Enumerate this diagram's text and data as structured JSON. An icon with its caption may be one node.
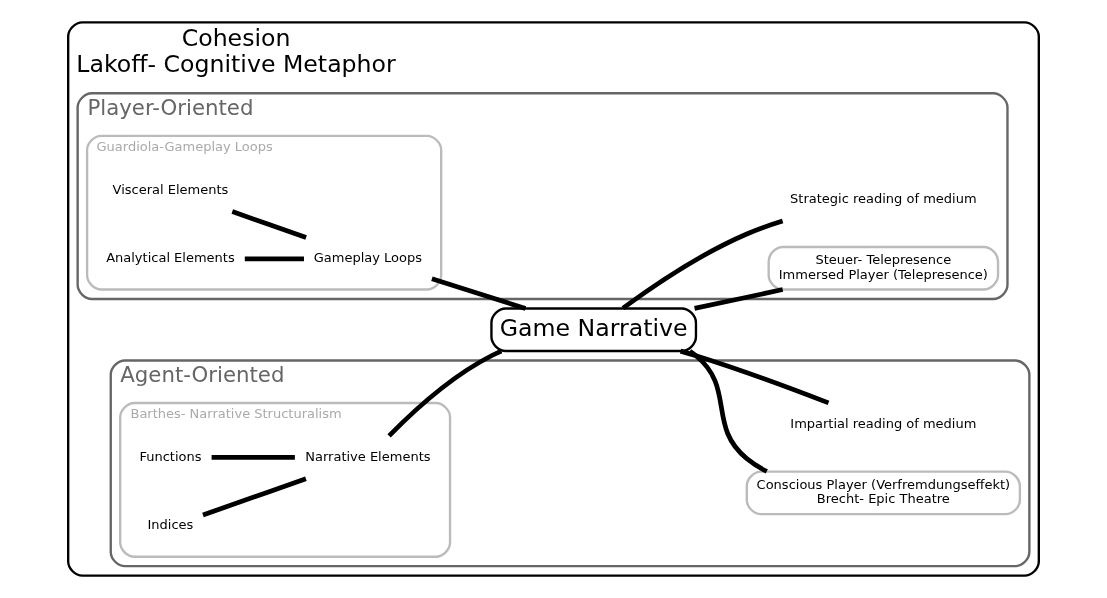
{
  "diagram": {
    "nodes": [
      {
        "text": [
          "Cohesion",
          "Lakoff- Cognitive Metaphor"
        ]
      },
      {
        "text": [
          "Player-Oriented"
        ],
        "in": 0
      },
      {
        "text": [
          "Guardiola-Gameplay Loops"
        ],
        "in": 1
      },
      {
        "text": [
          "Visceral Elements"
        ],
        "in": 2
      },
      {
        "text": [
          "Analytical Elements"
        ],
        "in": 2
      },
      {
        "text": [
          "Gameplay Loops"
        ],
        "in": 2
      },
      {
        "text": [
          "Strategic reading of medium"
        ],
        "in": 1
      },
      {
        "text": [
          "Steuer- Telepresence",
          "Immersed Player (Telepresence)"
        ],
        "in": 1
      },
      {
        "text": [
          "Game Narrative"
        ],
        "in": 0
      },
      {
        "text": [
          "Agent-Oriented"
        ],
        "in": 0
      },
      {
        "text": [
          "Barthes- Narrative Structuralism"
        ],
        "in": 9
      },
      {
        "text": [
          "Functions"
        ],
        "in": 10
      },
      {
        "text": [
          "Indices"
        ],
        "in": 10
      },
      {
        "text": [
          "Narrative Elements"
        ],
        "in": 10
      },
      {
        "text": [
          "Impartial reading of medium"
        ],
        "in": 9
      },
      {
        "text": [
          "Conscious Player (Verfremdungseffekt)",
          "Brecht- Epic Theatre"
        ],
        "in": 9
      }
    ],
    "edges": [
      {
        "from": 3,
        "to": 5,
        "arrow": "none"
      },
      {
        "from": 4,
        "to": 5,
        "arrow": "none"
      },
      {
        "from": 11,
        "to": 13,
        "arrow": "none"
      },
      {
        "from": 12,
        "to": 13,
        "arrow": "none"
      },
      {
        "from": 5,
        "to": 8,
        "arrow": "none"
      },
      {
        "from": 13,
        "to": 8,
        "arrow": "none"
      },
      {
        "from": 8,
        "to": 6,
        "arrow": "none"
      },
      {
        "from": 8,
        "to": 14,
        "arrow": "none"
      },
      {
        "from": 8,
        "to": 7,
        "arrow": "none"
      },
      {
        "from": 8,
        "to": 15,
        "arrow": "none"
      }
    ]
  }
}
